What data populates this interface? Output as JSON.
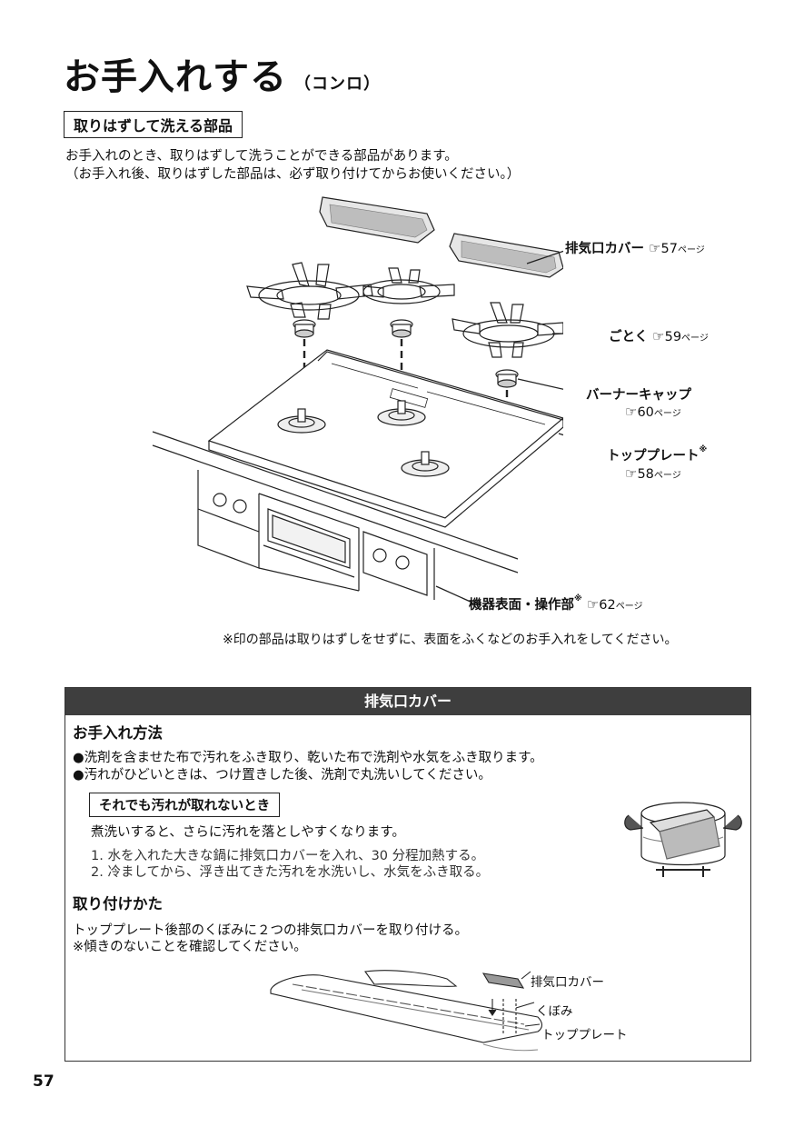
{
  "header": {
    "title": "お手入れする",
    "subtitle": "（コンロ）"
  },
  "parts_section": {
    "heading": "取りはずして洗える部品",
    "intro_line1": "お手入れのとき、取りはずして洗うことができる部品があります。",
    "intro_line2": "（お手入れ後、取りはずした部品は、必ず取り付けてからお使いください。）"
  },
  "diagram_labels": {
    "vent_cover": {
      "name": "排気口カバー",
      "icon": "☞",
      "page": "57",
      "unit": "ページ"
    },
    "trivet": {
      "name": "ごとく",
      "icon": "☞",
      "page": "59",
      "unit": "ページ"
    },
    "burner_cap": {
      "name": "バーナーキャップ",
      "icon": "☞",
      "page": "60",
      "unit": "ページ"
    },
    "top_plate": {
      "name": "トッププレート",
      "mark": "※",
      "icon": "☞",
      "page": "58",
      "unit": "ページ"
    },
    "control_panel": {
      "name": "機器表面・操作部",
      "mark": "※",
      "icon": "☞",
      "page": "62",
      "unit": "ページ"
    }
  },
  "note": "※印の部品は取りはずしをせずに、表面をふくなどのお手入れをしてください。",
  "vent_panel": {
    "header": "排気口カバー",
    "care_heading": "お手入れ方法",
    "bullet1": "●洗剤を含ませた布で汚れをふき取り、乾いた布で洗剤や水気をふき取ります。",
    "bullet2": "●汚れがひどいときは、つけ置きした後、洗剤で丸洗いしてください。",
    "still_dirty_heading": "それでも汚れが取れないとき",
    "boil_text": "煮洗いすると、さらに汚れを落としやすくなります。",
    "step1": "1. 水を入れた大きな鍋に排気口カバーを入れ、30 分程加熱する。",
    "step2": "2. 冷ましてから、浮き出てきた汚れを水洗いし、水気をふき取る。",
    "install_heading": "取り付けかた",
    "install_text1": "トッププレート後部のくぼみに２つの排気口カバーを取り付ける。",
    "install_text2": "※傾きのないことを確認してください。",
    "label_cover": "排気口カバー",
    "label_recess": "くぼみ",
    "label_plate": "トッププレート"
  },
  "page_number": "57"
}
